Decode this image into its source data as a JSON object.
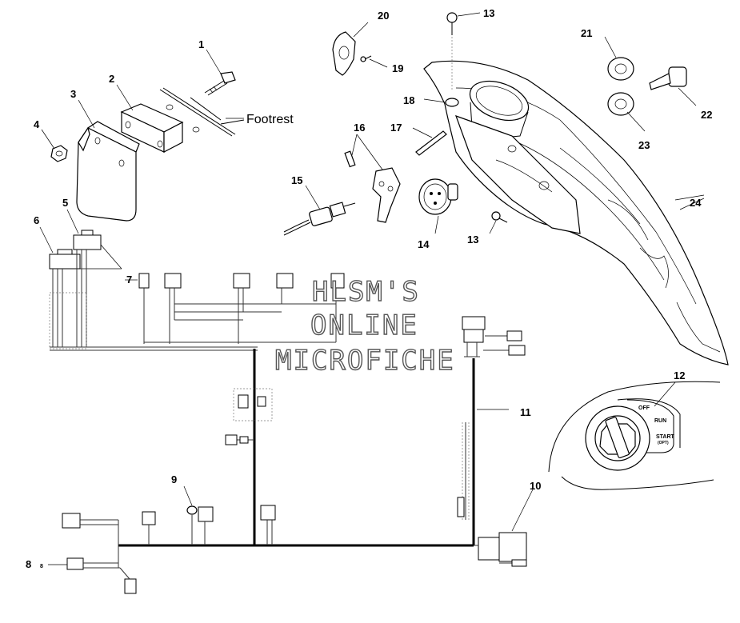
{
  "callouts": {
    "c1": "1",
    "c2": "2",
    "c3": "3",
    "c4": "4",
    "c5": "5",
    "c6": "6",
    "c7": "7",
    "c8": "8",
    "c8b": "8",
    "c9": "9",
    "c10": "10",
    "c11": "11",
    "c12": "12",
    "c13a": "13",
    "c13b": "13",
    "c14": "14",
    "c15": "15",
    "c16": "16",
    "c17": "17",
    "c18": "18",
    "c19": "19",
    "c20": "20",
    "c21": "21",
    "c22": "22",
    "c23": "23",
    "c24": "24"
  },
  "labels": {
    "footrest": "Footrest"
  },
  "ignition": {
    "off": "OFF",
    "run": "RUN",
    "start": "START",
    "start_opt": "(OPT)"
  },
  "watermark": {
    "line1": "HLSM'S",
    "line2": "ONLINE",
    "line3": "MICROFICHE"
  }
}
